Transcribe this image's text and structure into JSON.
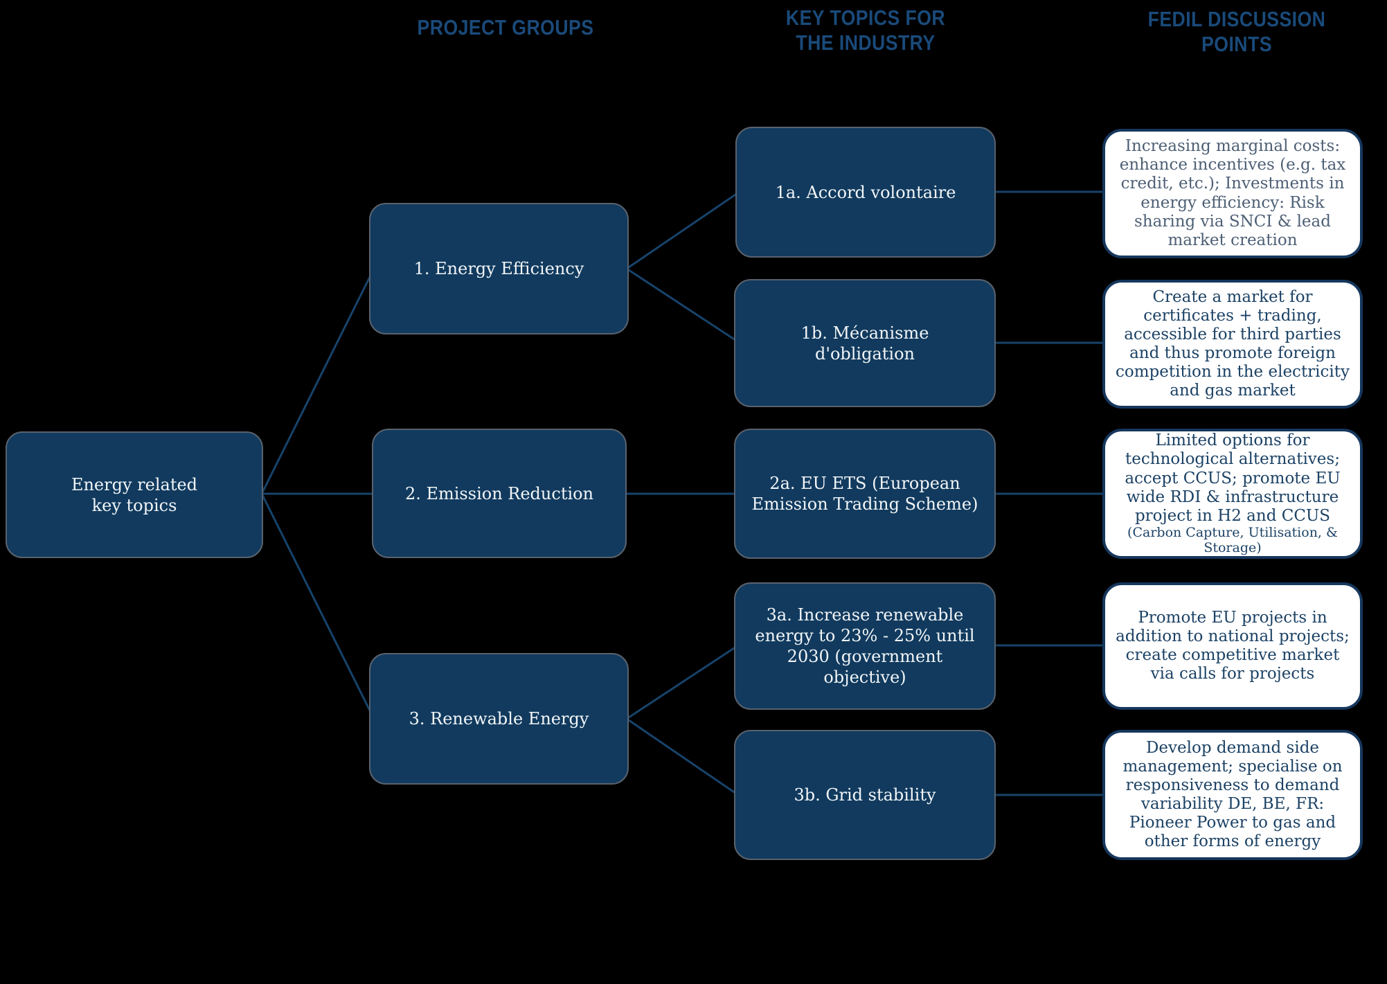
{
  "headers": {
    "project_groups": "PROJECT GROUPS",
    "key_topics": "KEY TOPICS FOR\nTHE INDUSTRY",
    "fedil": "FEDIL DISCUSSION\nPOINTS"
  },
  "root": {
    "label": "Energy related\nkey topics"
  },
  "project_groups": [
    {
      "label": "1. Energy Efficiency"
    },
    {
      "label": "2. Emission Reduction"
    },
    {
      "label": "3. Renewable Energy"
    }
  ],
  "key_topics": [
    {
      "label": "1a. Accord volontaire"
    },
    {
      "label": "1b. Mécanisme d'obligation"
    },
    {
      "label": "2a. EU ETS (European Emission Trading Scheme)"
    },
    {
      "label": "3a. Increase renewable energy to 23% - 25% until 2030 (government objective)"
    },
    {
      "label": "3b. Grid stability"
    }
  ],
  "discussion_points": [
    {
      "text": "Increasing marginal costs: enhance incentives (e.g. tax credit, etc.); Investments in energy efficiency: Risk sharing via SNCI & lead market creation"
    },
    {
      "text": "Create a market for certificates + trading, accessible for third parties and thus promote foreign competition in the electricity and gas market"
    },
    {
      "text": "Limited options for technological alternatives; accept CCUS; promote EU wide RDI & infrastructure project in H2 and CCUS",
      "subtext": "(Carbon Capture, Utilisation, & Storage)"
    },
    {
      "text": "Promote EU projects in addition to national projects; create competitive market via calls for projects"
    },
    {
      "text": "Develop demand side management; specialise on responsiveness to demand variability DE, BE, FR: Pioneer Power to gas and other forms of energy"
    }
  ],
  "colors": {
    "background": "#000000",
    "node_fill": "#113a5e",
    "node_border_gray": "#5a626d",
    "node_text": "#f2f5f7",
    "light_node_fill": "#ffffff",
    "light_node_border": "#16375d",
    "light_node_text": "#1c4265",
    "light_node_text_muted": "#4d5f75",
    "header_text": "#1a4a7a",
    "connector": "#17436b"
  }
}
